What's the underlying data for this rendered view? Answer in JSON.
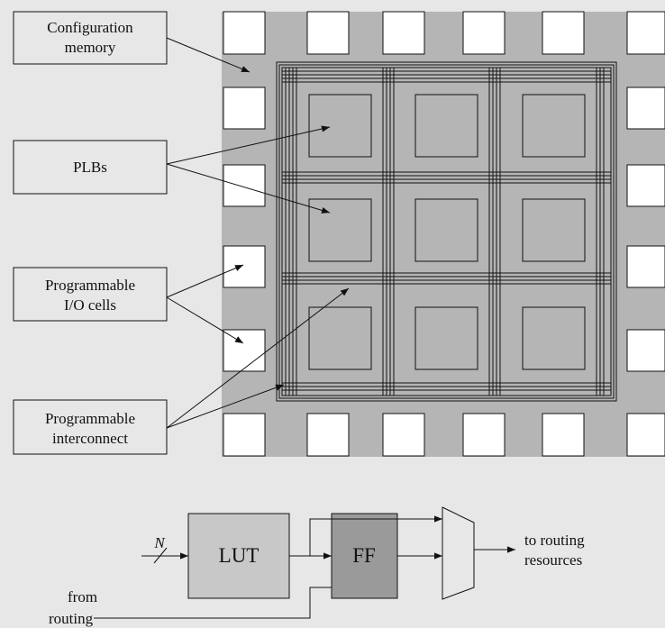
{
  "labels": {
    "config_line1": "Configuration",
    "config_line2": "memory",
    "plbs": "PLBs",
    "io_line1": "Programmable",
    "io_line2": "I/O cells",
    "interconnect_line1": "Programmable",
    "interconnect_line2": "interconnect"
  },
  "block_diagram": {
    "input_n": "N",
    "lut": "LUT",
    "ff": "FF",
    "output_line1": "to routing",
    "output_line2": "resources",
    "from_line1": "from",
    "from_line2": "routing"
  },
  "colors": {
    "background": "#e7e7e8",
    "chip_body": "#b5b5b5",
    "plb_fill": "#b5b5b5",
    "lut_fill": "#c8c8c8",
    "ff_fill": "#9a9a9a",
    "io_cell": "#ffffff",
    "line": "#111111"
  }
}
